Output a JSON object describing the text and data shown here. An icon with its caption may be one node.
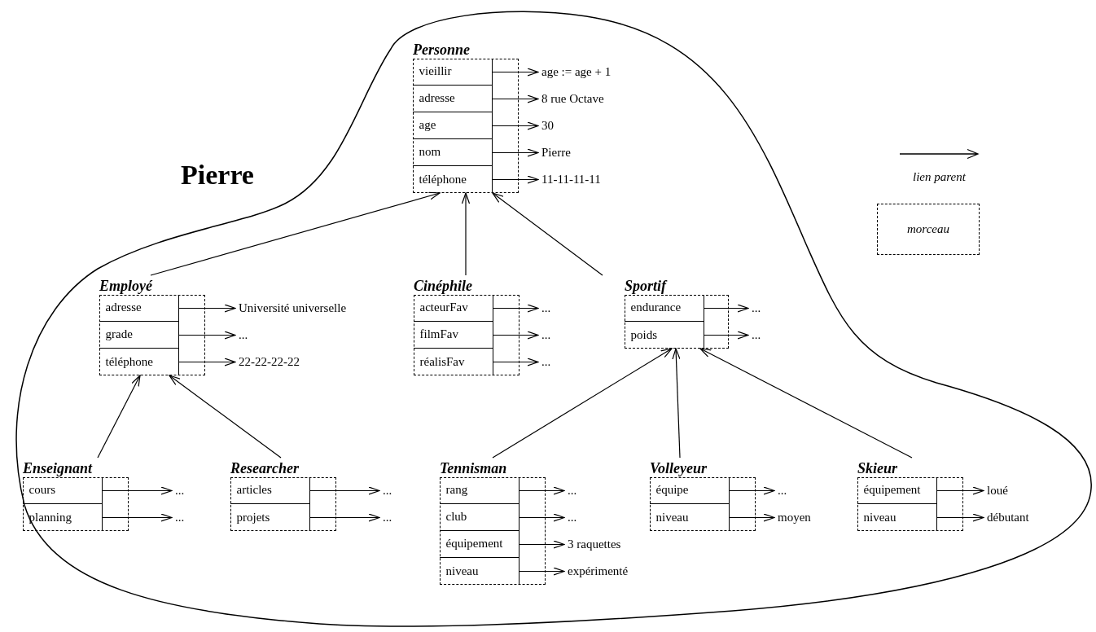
{
  "diagram": {
    "nodes": [
      {
        "text": [
          "Pierre"
        ]
      },
      {
        "text": [
          "Personne"
        ],
        "in": 0
      },
      {
        "text": [
          "vieillir"
        ],
        "in": 1
      },
      {
        "text": [
          "adresse"
        ],
        "in": 1
      },
      {
        "text": [
          "age"
        ],
        "in": 1
      },
      {
        "text": [
          "nom"
        ],
        "in": 1
      },
      {
        "text": [
          "téléphone"
        ],
        "in": 1
      },
      {
        "text": [
          "age := age + 1"
        ],
        "in": 0
      },
      {
        "text": [
          "8 rue Octave"
        ],
        "in": 0
      },
      {
        "text": [
          "30"
        ],
        "in": 0
      },
      {
        "text": [
          "Pierre"
        ],
        "in": 0
      },
      {
        "text": [
          "11-11-11-11"
        ],
        "in": 0
      },
      {
        "text": [
          "Employé"
        ],
        "in": 0
      },
      {
        "text": [
          "adresse"
        ],
        "in": 12
      },
      {
        "text": [
          "grade"
        ],
        "in": 12
      },
      {
        "text": [
          "téléphone"
        ],
        "in": 12
      },
      {
        "text": [
          "Université universelle"
        ],
        "in": 0
      },
      {
        "text": [
          "..."
        ],
        "in": 0
      },
      {
        "text": [
          "22-22-22-22"
        ],
        "in": 0
      },
      {
        "text": [
          "Cinéphile"
        ],
        "in": 0
      },
      {
        "text": [
          "acteurFav"
        ],
        "in": 19
      },
      {
        "text": [
          "filmFav"
        ],
        "in": 19
      },
      {
        "text": [
          "réalisFav"
        ],
        "in": 19
      },
      {
        "text": [
          "..."
        ],
        "in": 0
      },
      {
        "text": [
          "..."
        ],
        "in": 0
      },
      {
        "text": [
          "..."
        ],
        "in": 0
      },
      {
        "text": [
          "Sportif"
        ],
        "in": 0
      },
      {
        "text": [
          "endurance"
        ],
        "in": 26
      },
      {
        "text": [
          "poids"
        ],
        "in": 26
      },
      {
        "text": [
          "..."
        ],
        "in": 0
      },
      {
        "text": [
          "..."
        ],
        "in": 0
      },
      {
        "text": [
          "Enseignant"
        ],
        "in": 0
      },
      {
        "text": [
          "cours"
        ],
        "in": 31
      },
      {
        "text": [
          "planning"
        ],
        "in": 31
      },
      {
        "text": [
          "..."
        ],
        "in": 0
      },
      {
        "text": [
          "..."
        ],
        "in": 0
      },
      {
        "text": [
          "Researcher"
        ],
        "in": 0
      },
      {
        "text": [
          "articles"
        ],
        "in": 36
      },
      {
        "text": [
          "projets"
        ],
        "in": 36
      },
      {
        "text": [
          "..."
        ],
        "in": 0
      },
      {
        "text": [
          "..."
        ],
        "in": 0
      },
      {
        "text": [
          "Tennisman"
        ],
        "in": 0
      },
      {
        "text": [
          "rang"
        ],
        "in": 41
      },
      {
        "text": [
          "club"
        ],
        "in": 41
      },
      {
        "text": [
          "équipement"
        ],
        "in": 41
      },
      {
        "text": [
          "niveau"
        ],
        "in": 41
      },
      {
        "text": [
          "..."
        ],
        "in": 0
      },
      {
        "text": [
          "..."
        ],
        "in": 0
      },
      {
        "text": [
          "3 raquettes"
        ],
        "in": 0
      },
      {
        "text": [
          "expérimenté"
        ],
        "in": 0
      },
      {
        "text": [
          "Volleyeur"
        ],
        "in": 0
      },
      {
        "text": [
          "équipe"
        ],
        "in": 50
      },
      {
        "text": [
          "niveau"
        ],
        "in": 50
      },
      {
        "text": [
          "..."
        ],
        "in": 0
      },
      {
        "text": [
          "moyen"
        ],
        "in": 0
      },
      {
        "text": [
          "Skieur"
        ],
        "in": 0
      },
      {
        "text": [
          "équipement"
        ],
        "in": 55
      },
      {
        "text": [
          "niveau"
        ],
        "in": 55
      },
      {
        "text": [
          "loué"
        ],
        "in": 0
      },
      {
        "text": [
          "débutant"
        ],
        "in": 0
      }
    ],
    "edges": [
      {
        "from": 2,
        "to": 7,
        "arrow": "to"
      },
      {
        "from": 3,
        "to": 8,
        "arrow": "to"
      },
      {
        "from": 4,
        "to": 9,
        "arrow": "to"
      },
      {
        "from": 5,
        "to": 10,
        "arrow": "to"
      },
      {
        "from": 6,
        "to": 11,
        "arrow": "to"
      },
      {
        "from": 13,
        "to": 16,
        "arrow": "to"
      },
      {
        "from": 14,
        "to": 17,
        "arrow": "to"
      },
      {
        "from": 15,
        "to": 18,
        "arrow": "to"
      },
      {
        "from": 20,
        "to": 23,
        "arrow": "to"
      },
      {
        "from": 21,
        "to": 24,
        "arrow": "to"
      },
      {
        "from": 22,
        "to": 25,
        "arrow": "to"
      },
      {
        "from": 27,
        "to": 29,
        "arrow": "to"
      },
      {
        "from": 28,
        "to": 30,
        "arrow": "to"
      },
      {
        "from": 32,
        "to": 34,
        "arrow": "to"
      },
      {
        "from": 33,
        "to": 35,
        "arrow": "to"
      },
      {
        "from": 37,
        "to": 39,
        "arrow": "to"
      },
      {
        "from": 38,
        "to": 40,
        "arrow": "to"
      },
      {
        "from": 42,
        "to": 46,
        "arrow": "to"
      },
      {
        "from": 43,
        "to": 47,
        "arrow": "to"
      },
      {
        "from": 44,
        "to": 48,
        "arrow": "to"
      },
      {
        "from": 45,
        "to": 49,
        "arrow": "to"
      },
      {
        "from": 51,
        "to": 53,
        "arrow": "to"
      },
      {
        "from": 52,
        "to": 54,
        "arrow": "to"
      },
      {
        "from": 56,
        "to": 58,
        "arrow": "to"
      },
      {
        "from": 57,
        "to": 59,
        "arrow": "to"
      },
      {
        "from": 12,
        "to": 1,
        "arrow": "to"
      },
      {
        "from": 19,
        "to": 1,
        "arrow": "to"
      },
      {
        "from": 26,
        "to": 1,
        "arrow": "to"
      },
      {
        "from": 31,
        "to": 12,
        "arrow": "to"
      },
      {
        "from": 36,
        "to": 12,
        "arrow": "to"
      },
      {
        "from": 41,
        "to": 26,
        "arrow": "to"
      },
      {
        "from": 50,
        "to": 26,
        "arrow": "to"
      },
      {
        "from": 55,
        "to": 26,
        "arrow": "to"
      }
    ],
    "legend": [
      {
        "text": "lien parent"
      },
      {
        "text": "morceau"
      }
    ]
  }
}
